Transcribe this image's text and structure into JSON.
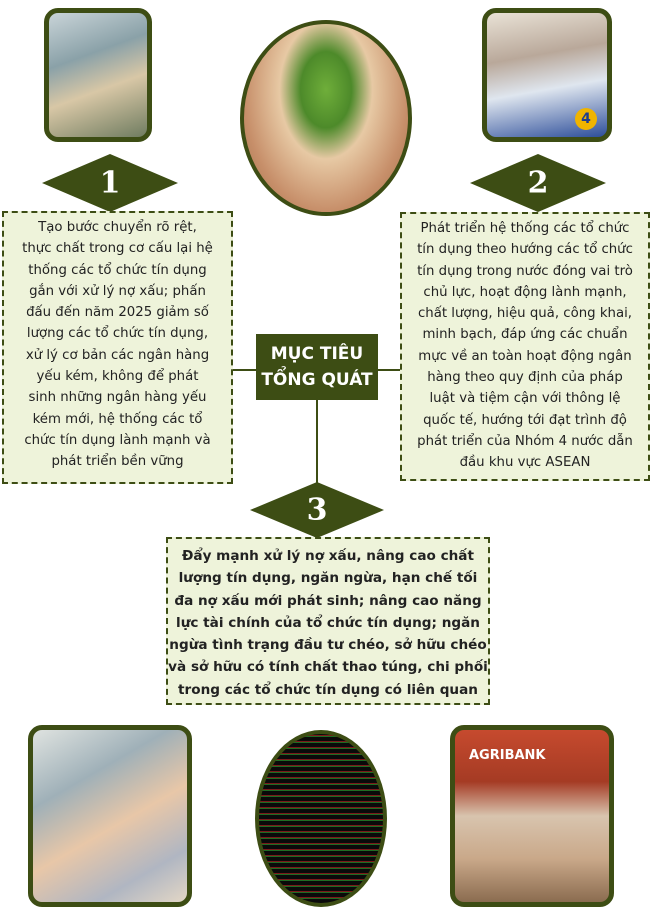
{
  "center": {
    "line1": "MỤC TIÊU",
    "line2": "TỔNG QUÁT"
  },
  "goals": [
    {
      "number": "1",
      "lines": [
        "Tạo bước chuyển rõ rệt,",
        "thực chất trong cơ cấu lại hệ",
        "thống các tổ chức tín dụng",
        "gắn với xử lý nợ xấu; phấn",
        "đấu đến năm 2025 giảm số",
        "lượng các tổ chức tín dụng,",
        "xử lý cơ bản các ngân hàng",
        "yếu kém, không để phát",
        "sinh những ngân hàng yếu",
        "kém mới, hệ thống các tổ",
        "chức tín dụng lành mạnh và",
        "phát triển bền vững"
      ]
    },
    {
      "number": "2",
      "lines": [
        "Phát triển hệ thống các tổ chức",
        "tín dụng theo hướng các tổ chức",
        "tín dụng trong nước đóng vai trò",
        "chủ lực, hoạt động lành mạnh,",
        "chất lượng, hiệu quả, công khai,",
        "minh bạch, đáp ứng các chuẩn",
        "mực về an toàn hoạt động ngân",
        "hàng theo quy định của pháp",
        "luật và tiệm cận với thông lệ",
        "quốc tế, hướng tới đạt trình độ",
        "phát triển của Nhóm 4 nước dẫn",
        "đầu khu vực ASEAN"
      ]
    },
    {
      "number": "3",
      "lines": [
        "Đẩy mạnh xử lý nợ xấu, nâng cao chất",
        "lượng tín dụng, ngăn ngừa, hạn chế tối",
        "đa nợ xấu mới phát sinh; nâng cao năng",
        "lực tài chính của tổ chức tín dụng; ngăn",
        "ngừa tình trạng đầu tư chéo, sở hữu chéo",
        "và sở hữu có tính chất thao túng, chi phối",
        "trong các tổ chức tín dụng có liên quan"
      ]
    }
  ],
  "photos": {
    "bank_sign": "AGRIBANK",
    "counter_number": "4"
  },
  "colors": {
    "accent": "#3d4d14",
    "box_bg": "#eef3da"
  }
}
